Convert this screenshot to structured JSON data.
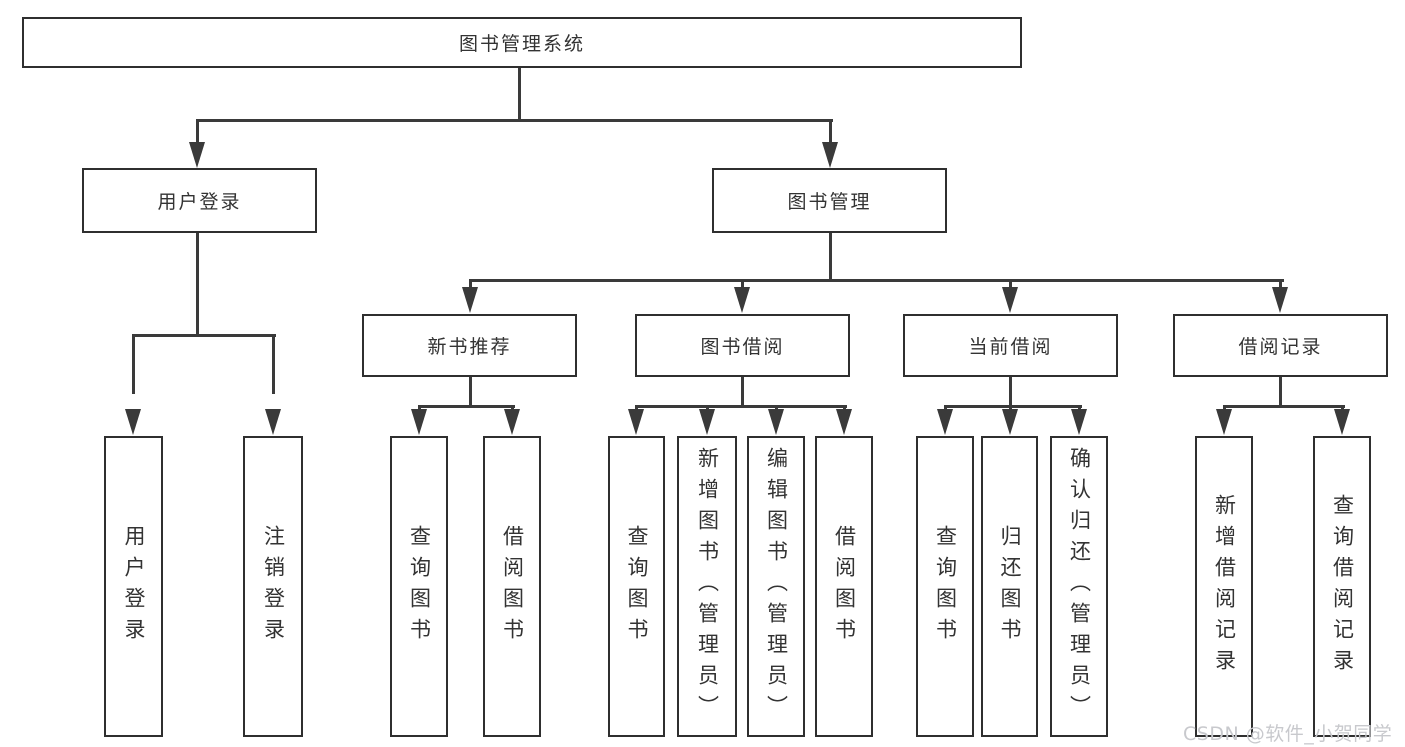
{
  "diagram": {
    "root": {
      "label": "图书管理系统"
    },
    "level2": [
      {
        "label": "用户登录"
      },
      {
        "label": "图书管理"
      }
    ],
    "level3": [
      {
        "label": "新书推荐",
        "parent": "图书管理"
      },
      {
        "label": "图书借阅",
        "parent": "图书管理"
      },
      {
        "label": "当前借阅",
        "parent": "图书管理"
      },
      {
        "label": "借阅记录",
        "parent": "图书管理"
      }
    ],
    "leaves": [
      {
        "label": "用户登录",
        "parent": "用户登录"
      },
      {
        "label": "注销登录",
        "parent": "用户登录"
      },
      {
        "label": "查询图书",
        "parent": "新书推荐"
      },
      {
        "label": "借阅图书",
        "parent": "新书推荐"
      },
      {
        "label": "查询图书",
        "parent": "图书借阅"
      },
      {
        "label": "新增图书（管理员）",
        "parent": "图书借阅"
      },
      {
        "label": "编辑图书（管理员）",
        "parent": "图书借阅"
      },
      {
        "label": "借阅图书",
        "parent": "图书借阅"
      },
      {
        "label": "查询图书",
        "parent": "当前借阅"
      },
      {
        "label": "归还图书",
        "parent": "当前借阅"
      },
      {
        "label": "确认归还（管理员）",
        "parent": "当前借阅"
      },
      {
        "label": "新增借阅记录",
        "parent": "借阅记录"
      },
      {
        "label": "查询借阅记录",
        "parent": "借阅记录"
      }
    ]
  },
  "watermark": "CSDN @软件_小贺同学",
  "colors": {
    "line": "#3a3a3a",
    "border": "#2f2f2f",
    "text": "#333333",
    "watermark": "#c8c9cd",
    "background": "#ffffff"
  }
}
